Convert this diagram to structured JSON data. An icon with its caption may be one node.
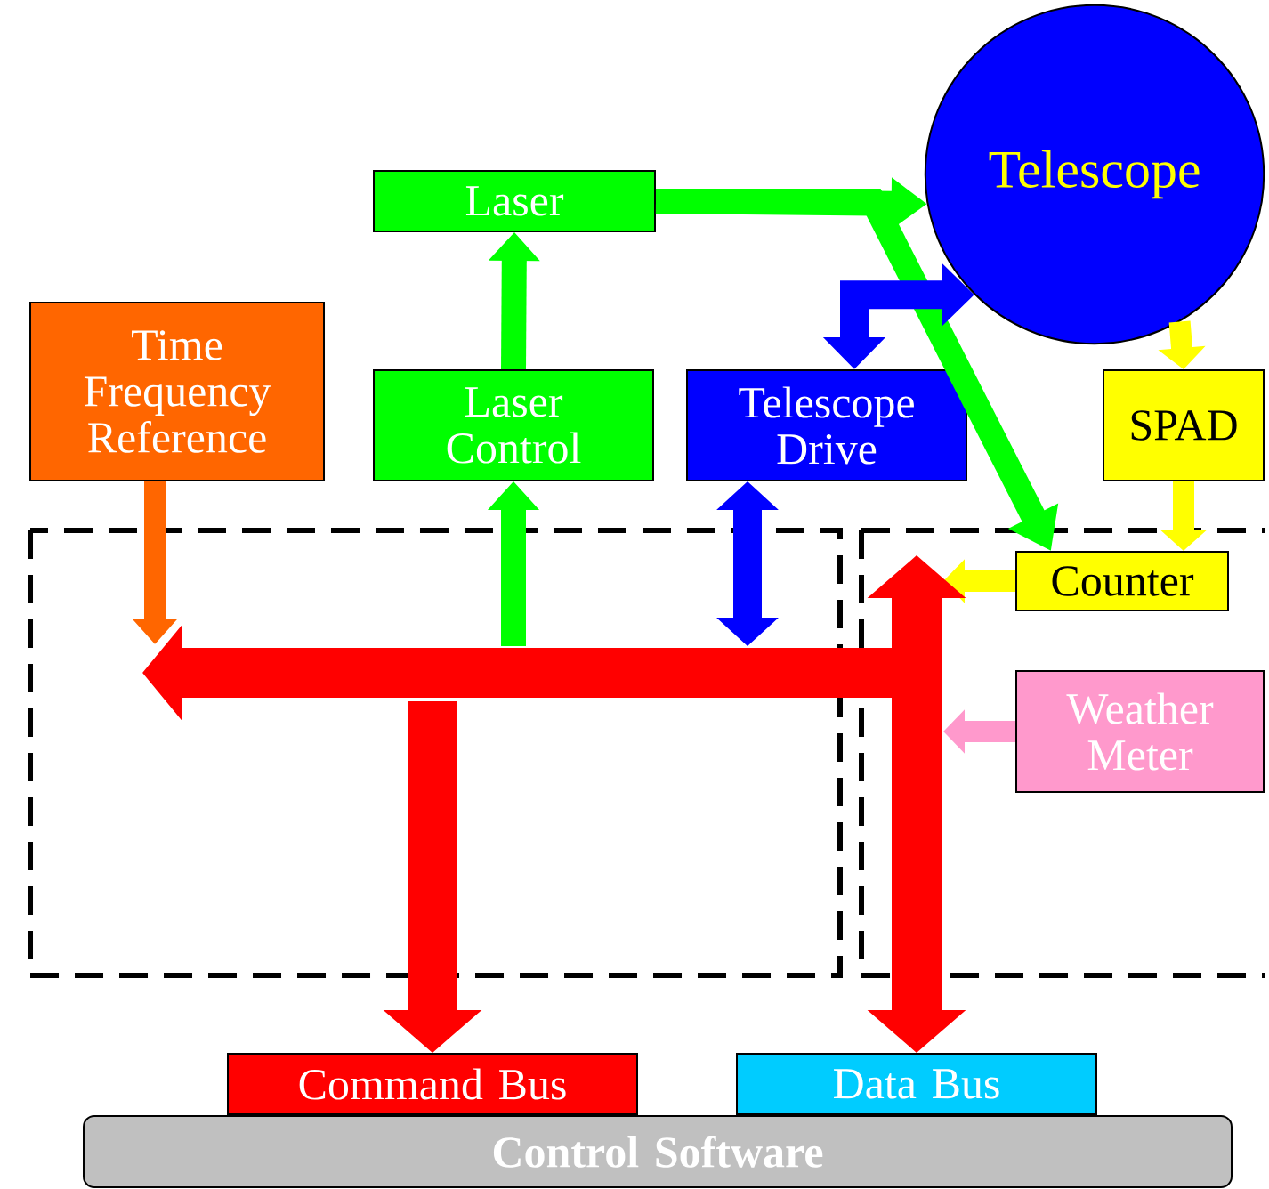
{
  "diagram": {
    "nodes": [
      {
        "text": [
          "Telescope"
        ]
      },
      {
        "text": [
          "Laser"
        ]
      },
      {
        "text": [
          "Time Frequency Reference"
        ]
      },
      {
        "text": [
          "Laser Control"
        ]
      },
      {
        "text": [
          "Telescope Drive"
        ]
      },
      {
        "text": [
          "SPAD"
        ]
      },
      {
        "text": [
          "Counter"
        ]
      },
      {
        "text": [
          "Weather Meter"
        ]
      },
      {
        "text": [
          "Command Bus"
        ]
      },
      {
        "text": [
          "Data Bus"
        ]
      },
      {
        "text": [
          "Control Software"
        ]
      }
    ],
    "edges": [
      {
        "from": 3,
        "to": 1,
        "arrow": "to"
      },
      {
        "from": 1,
        "to": 0,
        "arrow": "to"
      },
      {
        "from": 1,
        "to": 6,
        "arrow": "to"
      },
      {
        "from": 4,
        "to": 0,
        "arrow": "both",
        "color": "#0000ff"
      },
      {
        "from": 0,
        "to": 5,
        "arrow": "to",
        "color": "#ffff00"
      },
      {
        "from": 5,
        "to": 6,
        "arrow": "to",
        "color": "#ffff00"
      },
      {
        "from": 6,
        "to": null,
        "arrow": "to",
        "color": "#ffff00"
      },
      {
        "from": 7,
        "to": null,
        "arrow": "to",
        "color": "#ff99cc"
      },
      {
        "from": 2,
        "to": null,
        "arrow": "to",
        "color": "#ff6600"
      },
      {
        "from": null,
        "to": 3,
        "arrow": "to"
      },
      {
        "from": null,
        "to": 4,
        "arrow": "both",
        "color": "#0000ff"
      },
      {
        "from": null,
        "to": 8,
        "arrow": "to",
        "style": "thick",
        "color": "#ff0000"
      },
      {
        "from": null,
        "to": 9,
        "arrow": "both",
        "style": "thick",
        "color": "#ff0000"
      }
    ]
  }
}
